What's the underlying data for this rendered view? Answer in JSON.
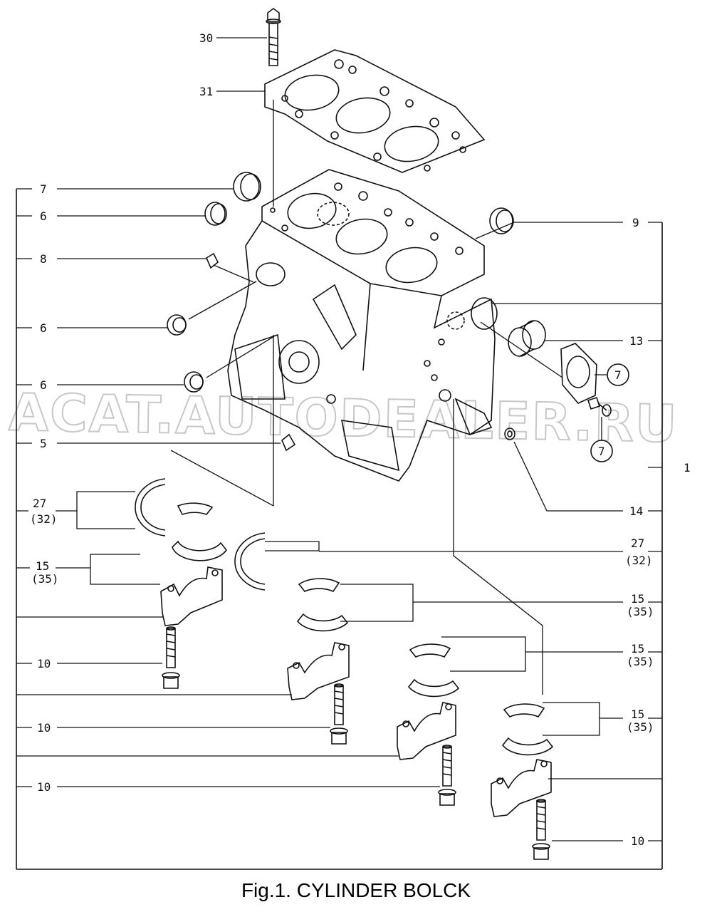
{
  "figure": {
    "caption": "Fig.1.  CYLINDER BOLCK",
    "watermark": "ACAT.AUTODEALER.RU"
  },
  "callouts": {
    "l30": "30",
    "l31": "31",
    "l7": "7",
    "l6a": "6",
    "l8": "8",
    "l6b": "6",
    "l6c": "6",
    "l5": "5",
    "l27a": "27",
    "l32a": "(32)",
    "l15a": "15",
    "l35a": "(35)",
    "l10a": "10",
    "l10b": "10",
    "l10c": "10",
    "r9": "9",
    "r13": "13",
    "c7a": "7",
    "c7b": "7",
    "r1": "1",
    "r14": "14",
    "r27": "27",
    "r32": "(32)",
    "r15a": "15",
    "r35a": "(35)",
    "r15b": "15",
    "r35b": "(35)",
    "r15c": "15",
    "r35c": "(35)",
    "r10": "10"
  },
  "colors": {
    "line": "#111111",
    "watermark": "#9a9a9a"
  }
}
